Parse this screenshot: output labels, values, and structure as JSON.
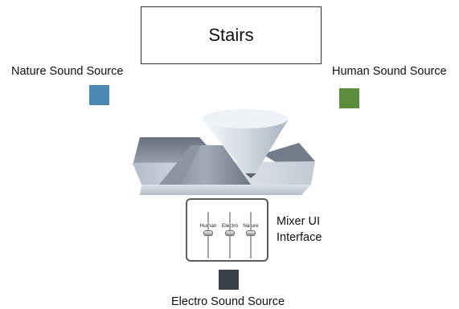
{
  "stairs": {
    "label": "Stairs"
  },
  "sources": {
    "nature": {
      "label": "Nature Sound Source",
      "color": "#4a87b3"
    },
    "human": {
      "label": "Human Sound Source",
      "color": "#5a8e3a"
    },
    "electro": {
      "label": "Electro Sound Source",
      "color": "#3b414b"
    }
  },
  "mixer": {
    "label_line1": "Mixer UI",
    "label_line2": "Interface",
    "channels": [
      {
        "name": "Human",
        "level": 0.5
      },
      {
        "name": "Electro",
        "level": 0.5
      },
      {
        "name": "Nature",
        "level": 0.5
      }
    ]
  }
}
